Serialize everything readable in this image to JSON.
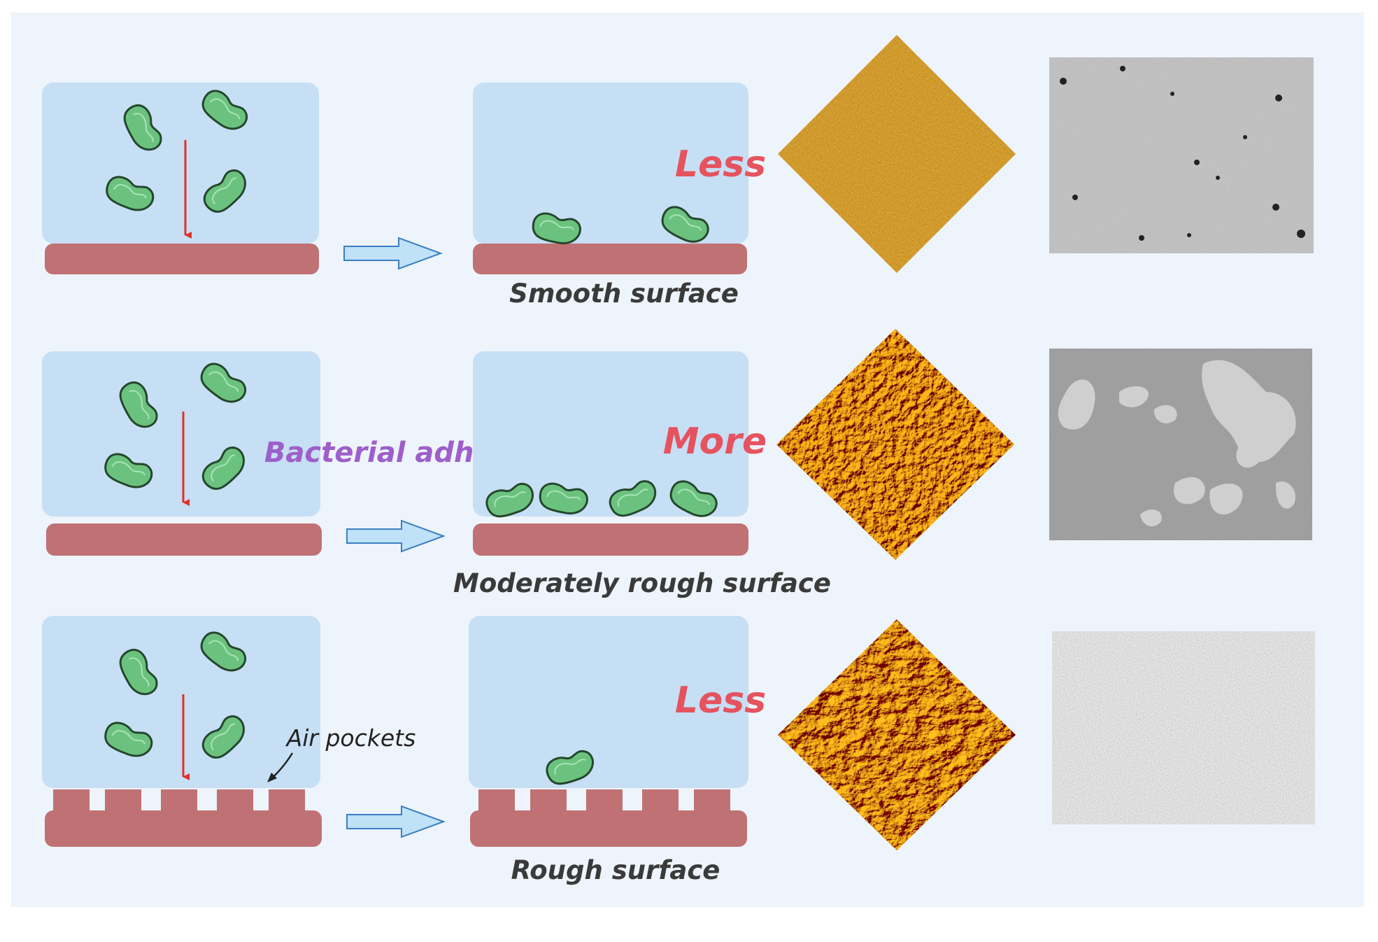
{
  "labels": {
    "smooth": "Smooth surface",
    "moderate": "Moderately rough surface",
    "rough": "Rough surface",
    "bacterial_adhesion": "Bacterial adhesion",
    "air_pockets": "Air pockets",
    "less_top": "Less",
    "more_mid": "More",
    "less_bottom": "Less"
  },
  "colors": {
    "panel_bg": "#eef4fb",
    "water": "#c6dff5",
    "substrate": "#c07174",
    "bacterium_fill": "#6bc27f",
    "bacterium_stroke": "#24472c",
    "arrow_red": "#e0302b",
    "flow_arrow": "#bfe2f8",
    "flow_arrow_stroke": "#3a7fc0",
    "less_more_text": "#e5535f",
    "adhesion_text": "#9d5fca",
    "label_text": "#3a3a3a"
  },
  "images": {
    "afm_top": "afm-smooth-texture",
    "afm_mid": "afm-moderate-texture",
    "afm_bottom": "afm-rough-texture",
    "sem_top": "sem-smooth-micrograph",
    "sem_mid": "sem-moderate-micrograph",
    "sem_bottom": "sem-rough-micrograph"
  }
}
